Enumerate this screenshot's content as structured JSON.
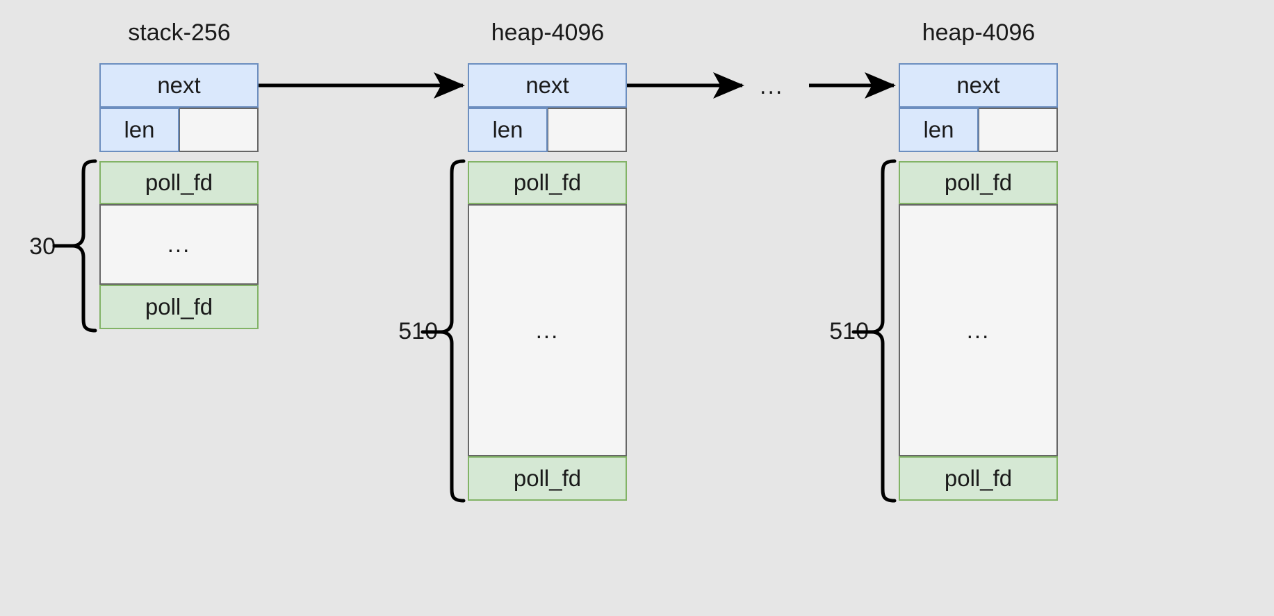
{
  "diagram": {
    "background_color": "#e6e6e6",
    "nodes": [
      {
        "id": "node1",
        "title": "stack-256",
        "next_label": "next",
        "len_label": "len",
        "pad_label": "",
        "first_poll_label": "poll_fd",
        "middle_label": "...",
        "last_poll_label": "poll_fd",
        "count_label": "30"
      },
      {
        "id": "node2",
        "title": "heap-4096",
        "next_label": "next",
        "len_label": "len",
        "pad_label": "",
        "first_poll_label": "poll_fd",
        "middle_label": "...",
        "last_poll_label": "poll_fd",
        "count_label": "510"
      },
      {
        "id": "node3",
        "title": "heap-4096",
        "next_label": "next",
        "len_label": "len",
        "pad_label": "",
        "first_poll_label": "poll_fd",
        "middle_label": "...",
        "last_poll_label": "poll_fd",
        "count_label": "510"
      }
    ],
    "chain_ellipsis": "...",
    "colors": {
      "next_fill": "#dae8fc",
      "next_stroke": "#6c8ebf",
      "poll_fill": "#d5e8d4",
      "poll_stroke": "#82b366",
      "pad_fill": "#f5f5f5",
      "pad_stroke": "#666666",
      "arrow": "#000000",
      "text": "#1a1a1a"
    }
  }
}
